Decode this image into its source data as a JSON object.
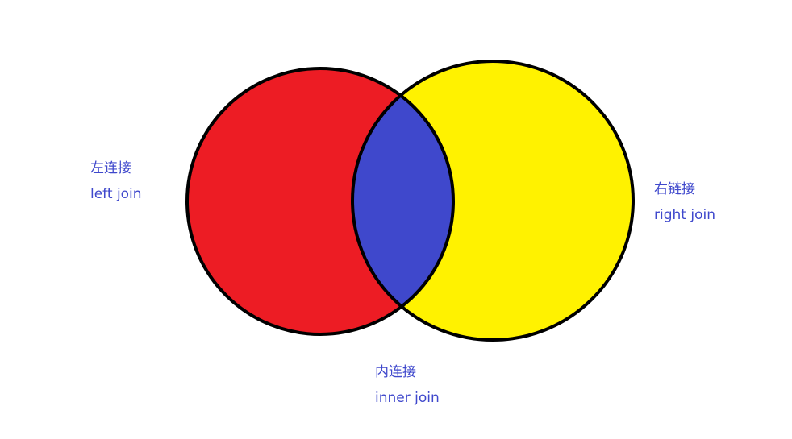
{
  "colors": {
    "left": "#ed1c24",
    "right": "#fff200",
    "intersection": "#3f48cc",
    "outline": "#000000",
    "label": "#3f48cc"
  },
  "labels": {
    "left": {
      "zh": "左连接",
      "en": "left join"
    },
    "right": {
      "zh": "右链接",
      "en": "right join"
    },
    "inner": {
      "zh": "内连接",
      "en": "inner join"
    }
  }
}
